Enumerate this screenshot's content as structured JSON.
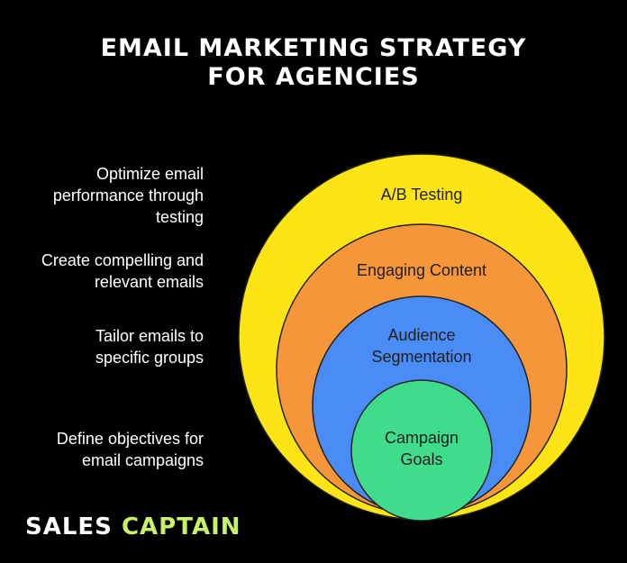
{
  "title": {
    "line1": "Email Marketing Strategy",
    "line2": "for Agencies"
  },
  "layers": [
    {
      "label_lines": [
        "A/B Testing"
      ],
      "description_lines": [
        "Optimize email",
        "performance through",
        "testing"
      ],
      "color": "#fde415"
    },
    {
      "label_lines": [
        "Engaging Content"
      ],
      "description_lines": [
        "Create compelling and",
        "relevant emails"
      ],
      "color": "#f5963a"
    },
    {
      "label_lines": [
        "Audience",
        "Segmentation"
      ],
      "description_lines": [
        "Tailor emails to",
        "specific groups"
      ],
      "color": "#4a8cf5"
    },
    {
      "label_lines": [
        "Campaign",
        "Goals"
      ],
      "description_lines": [
        "Define objectives for",
        "email campaigns"
      ],
      "color": "#3fdc8c"
    }
  ],
  "logo": {
    "word1": "Sales",
    "word2": "Captain",
    "color_word1": "#ffffff",
    "color_word2": "#c8f26a"
  }
}
